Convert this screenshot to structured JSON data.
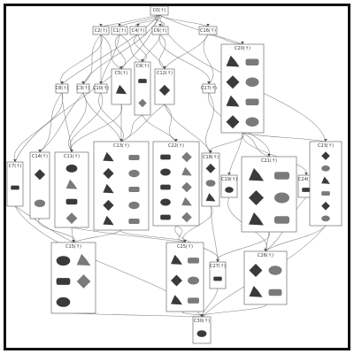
{
  "figure": {
    "nodes": [
      {
        "id": "C0",
        "label": "C0(↑)"
      },
      {
        "id": "C2",
        "label": "C2(↑)"
      },
      {
        "id": "C1",
        "label": "C1(↑)"
      },
      {
        "id": "C4",
        "label": "C4(↑)"
      },
      {
        "id": "C6",
        "label": "C6(↑)"
      },
      {
        "id": "C16",
        "label": "C16(↑)"
      },
      {
        "id": "C8",
        "label": "C8(↑)"
      },
      {
        "id": "C3",
        "label": "C3(↑)"
      },
      {
        "id": "C10",
        "label": "C10(↑)"
      },
      {
        "id": "C5",
        "label": "C5(↑)"
      },
      {
        "id": "C9",
        "label": "C9(↑)"
      },
      {
        "id": "C12",
        "label": "C12(↑)"
      },
      {
        "id": "C17",
        "label": "C17(↑)"
      },
      {
        "id": "C20",
        "label": "C20(↑)"
      },
      {
        "id": "C7",
        "label": "C7(↑)"
      },
      {
        "id": "C14",
        "label": "C14(↑)"
      },
      {
        "id": "C11",
        "label": "C11(↑)"
      },
      {
        "id": "C13",
        "label": "C13(↑)"
      },
      {
        "id": "C22",
        "label": "C22(↑)"
      },
      {
        "id": "C18",
        "label": "C18(↑)"
      },
      {
        "id": "C19",
        "label": "C19(↑)"
      },
      {
        "id": "C21",
        "label": "C21(↑)"
      },
      {
        "id": "C24",
        "label": "C24(↑)"
      },
      {
        "id": "C23",
        "label": "C23(↑)"
      },
      {
        "id": "C15",
        "label": "C15(↑)"
      },
      {
        "id": "C25",
        "label": "C25(↑)"
      },
      {
        "id": "C27",
        "label": "C27(↑)"
      },
      {
        "id": "C26",
        "label": "C26(↑)"
      },
      {
        "id": "C30",
        "label": "C30(↑)"
      }
    ]
  }
}
